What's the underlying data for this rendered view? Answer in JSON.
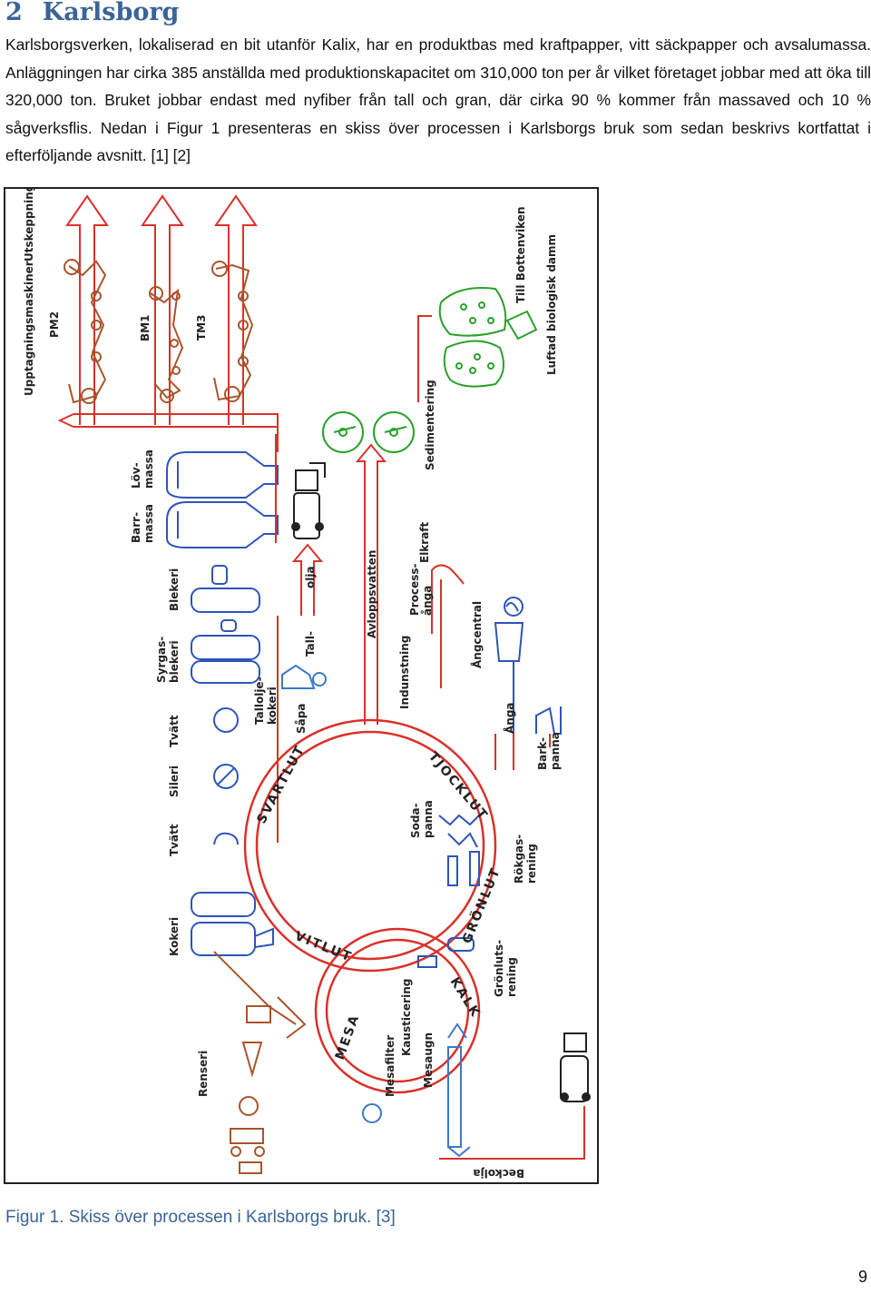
{
  "section": {
    "number": "2",
    "title": "Karlsborg"
  },
  "paragraph": "Karlsborgsverken, lokaliserad en bit utanför Kalix, har en produktbas med kraftpapper, vitt säckpapper och avsalumassa. Anläggningen har cirka 385 anställda med produktionskapacitet om 310,000 ton per år vilket företaget jobbar med att öka till 320,000 ton. Bruket jobbar endast med nyfiber från tall och gran, där cirka 90 % kommer från massaved och 10 % sågverksflis. Nedan i Figur 1 presenteras en skiss över processen i Karlsborgs bruk som sedan beskrivs kortfattat i efterföljande avsnitt. [1] [2]",
  "figure": {
    "labels": {
      "utskeppning": "Utskeppning",
      "upptagning": "Upptagningsmaskiner",
      "pm2": "PM2",
      "bm1": "BM1",
      "tm3": "TM3",
      "till_bottenviken": "Till Bottenviken",
      "luftad_damm": "Luftad biologisk damm",
      "sedimentering": "Sedimentering",
      "lov_1": "Löv-",
      "lov_2": "massa",
      "barr_1": "Barr-",
      "barr_2": "massa",
      "olja": "olja",
      "tall": "Tall-",
      "avloppsvatten": "Avloppsvatten",
      "process_1": "Process-",
      "process_2": "ånga",
      "elkraft": "Elkraft",
      "angcentral": "Ångcentral",
      "blekeri": "Blekeri",
      "syrgas_1": "Syrgas-",
      "syrgas_2": "blekeri",
      "tallolje_1": "Tallolje-",
      "tallolje_2": "kokeri",
      "sapa": "Såpa",
      "indunstning": "Indunstning",
      "anga": "Ånga",
      "tvatt_1": "Tvätt",
      "sileri": "Sileri",
      "tvatt_2": "Tvätt",
      "svartlut": "SVARTLUT",
      "tjocklut": "TJOCKLUT",
      "barkpanna_1": "Bark-",
      "barkpanna_2": "panna",
      "soda_1": "Soda-",
      "soda_2": "panna",
      "rokgas_1": "Rökgas-",
      "rokgas_2": "rening",
      "gronlut": "GRÖNLUT",
      "kokeri": "Kokeri",
      "vitlut": "VITLUT",
      "gronluts_1": "Grönluts-",
      "gronluts_2": "rening",
      "mesa": "MESA",
      "kaustisering": "Kausticering",
      "kalk": "KALK",
      "mesafilter": "Mesafilter",
      "mesaugn": "Mesaugn",
      "renseri": "Renseri",
      "beckolja": "Beckolja"
    }
  },
  "caption": "Figur 1. Skiss över processen i Karlsborgs bruk. [3]",
  "page_number": "9",
  "colors": {
    "heading": "#3a6496",
    "red": "#d8322a",
    "brown": "#a8552c",
    "blue": "#2d55b8",
    "green": "#2aa02a"
  }
}
